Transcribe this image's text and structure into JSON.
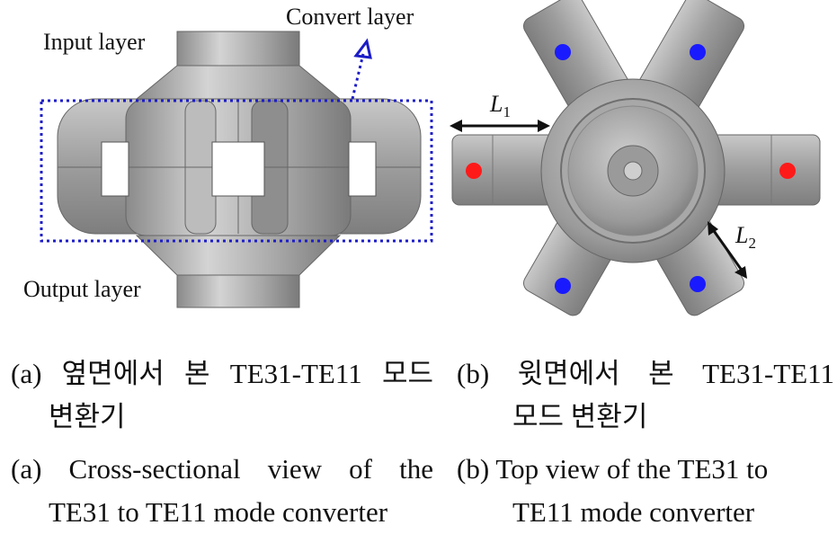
{
  "figure_a": {
    "labels": {
      "input_layer": "Input layer",
      "convert_layer": "Convert layer",
      "output_layer": "Output layer"
    }
  },
  "figure_b": {
    "labels": {
      "l1": "L",
      "l1_sub": "1",
      "l2": "L",
      "l2_sub": "2"
    }
  },
  "colors": {
    "metal": "#a9a9a9",
    "metal_dark": "#7c7c7c",
    "dotted_box": "#1c1cc8",
    "port_red": "#ff1a1a",
    "port_blue": "#1a1aff"
  },
  "captions": {
    "a_korean": {
      "line1": "(a) 옆면에서 본 TE31-TE11 모드",
      "line2": "변환기"
    },
    "b_korean": {
      "line1": "(b) 윗면에서 본 TE31-TE11",
      "line2": "모드 변환기"
    },
    "a_english": {
      "line1": "(a) Cross-sectional view of the",
      "line2": "TE31 to TE11 mode converter"
    },
    "b_english": {
      "line1": "(b) Top view of the TE31 to",
      "line2": "TE11 mode converter"
    }
  }
}
